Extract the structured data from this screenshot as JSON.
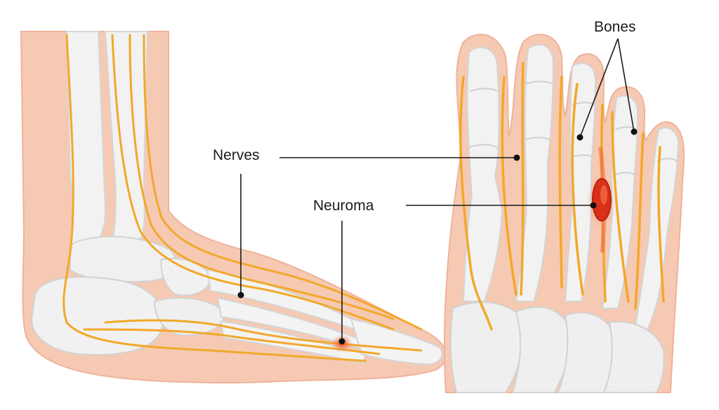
{
  "labels": {
    "nerves": "Nerves",
    "neuroma": "Neuroma",
    "bones": "Bones"
  },
  "colors": {
    "skin": "#f6c9b3",
    "skin_edge": "#eeb39a",
    "bone": "#f2f2f2",
    "bone_shade": "#d9d9d9",
    "nerve": "#f2a82a",
    "neuroma": "#e23c1e",
    "leader_line": "#1a1a1a"
  }
}
